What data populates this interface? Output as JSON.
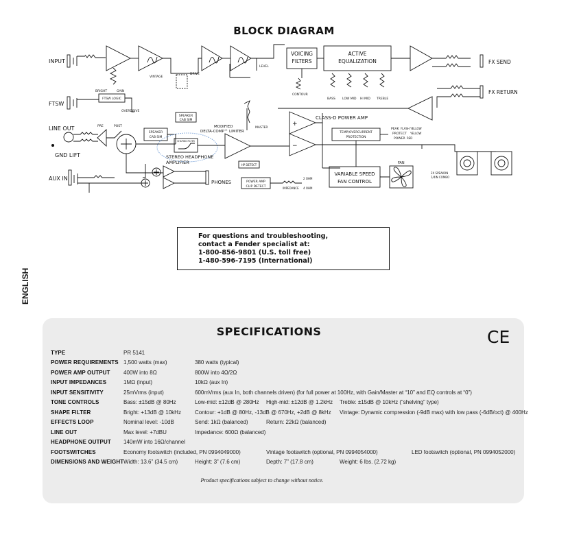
{
  "block_diagram": {
    "title": "BLOCK DIAGRAM",
    "labels": {
      "input": "INPUT",
      "ftsw": "FTSW",
      "line_out": "LINE OUT",
      "gnd_lift": "GND LIFT",
      "aux_in": "AUX IN",
      "phones": "PHONES",
      "fx_send": "FX SEND",
      "fx_return": "FX RETURN",
      "voicing_1": "VOICING",
      "voicing_2": "FILTERS",
      "active_eq_1": "ACTIVE",
      "active_eq_2": "EQUALIZATION",
      "contour": "CONTOUR",
      "bass": "BASS",
      "low_mid": "LOW MID",
      "hi_mid": "HI MID",
      "treble": "TREBLE",
      "bright": "BRIGHT",
      "gain": "GAIN",
      "vintage": "VINTAGE",
      "drive": "DRIVE",
      "level": "LEVEL",
      "ftsw_logic": "FTSW LOGIC",
      "overdrive": "OVERDRIVE",
      "speaker_cab_sim_1": "SPEAKER",
      "speaker_cab_sim_2": "CAB SIM",
      "pre": "PRE",
      "post": "POST",
      "cab_sim_mid_1": "SPEAKER",
      "cab_sim_mid_2": "CAB SIM",
      "delta_comp_1": "MODIFIED",
      "delta_comp_2": "DELTA-COMP™ LIMITER",
      "master": "MASTER",
      "class_d": "CLASS-D POWER AMP",
      "temp_1": "TEMP/OVERCURRENT",
      "temp_2": "PROTECTION",
      "peak": "PEAK",
      "flash_yellow": "FLASH YELLOW",
      "protect": "PROTECT",
      "yellow": "YELLOW",
      "power": "POWER",
      "red": "RED",
      "stereo_hp_1": "STEREO HEADPHONE",
      "stereo_hp_2": "AMPLIFIER",
      "hp_detect": "HP DETECT",
      "power_amp_1": "POWER AMP",
      "power_amp_2": "CLIP DETECT",
      "var_speed_1": "VARIABLE SPEED",
      "var_speed_2": "FAN CONTROL",
      "fan": "FAN",
      "ohm_2": "2 OHM",
      "impedance": "IMPEDANCE",
      "ohm_4": "4 OHM",
      "speakon_1": "2X SPEAKON",
      "speakon_2": "1/4IN COMBO",
      "filter_box": "SHAPING FILTER"
    }
  },
  "contact": {
    "line1": "For questions and troubleshooting,",
    "line2": "contact a Fender specialist at:",
    "line3": "1-800-856-9801 (U.S. toll free)",
    "line4": "1-480-596-7195 (International)"
  },
  "side_label": "ENGLISH",
  "specifications": {
    "title": "SPECIFICATIONS",
    "ce_mark": "CE",
    "rows": [
      {
        "label": "TYPE",
        "cells": [
          {
            "col": 118,
            "text": "PR 5141"
          }
        ]
      },
      {
        "label": "POWER REQUIREMENTS",
        "cells": [
          {
            "col": 118,
            "text": "1,500 watts (max)"
          },
          {
            "col": 222,
            "text": "380 watts (typical)"
          }
        ]
      },
      {
        "label": "POWER AMP OUTPUT",
        "cells": [
          {
            "col": 118,
            "text": "400W into 8Ω"
          },
          {
            "col": 222,
            "text": "800W into 4Ω/2Ω"
          }
        ]
      },
      {
        "label": "INPUT IMPEDANCES",
        "cells": [
          {
            "col": 118,
            "text": "1MΩ (input)"
          },
          {
            "col": 222,
            "text": "10kΩ (aux In)"
          }
        ]
      },
      {
        "label": "INPUT SENSITIVITY",
        "cells": [
          {
            "col": 118,
            "text": "25mVrms (input)"
          },
          {
            "col": 222,
            "text": "600mVrms (aux In, both channels driven) (for full power at 100Hz, with Gain/Master at “10” and EQ controls at “0”)"
          }
        ]
      },
      {
        "label": "TONE CONTROLS",
        "cells": [
          {
            "col": 118,
            "text": "Bass:  ±15dB @ 80Hz"
          },
          {
            "col": 222,
            "text": "Low-mid:  ±12dB @ 280Hz"
          },
          {
            "col": 326,
            "text": "High-mid:  ±12dB @ 1.2kHz"
          },
          {
            "col": 433,
            "text": "Treble:  ±15dB @ 10kHz (“shelving” type)"
          }
        ]
      },
      {
        "label": "SHAPE FILTER",
        "cells": [
          {
            "col": 118,
            "text": "Bright: +13dB @  10kHz"
          },
          {
            "col": 222,
            "text": "Contour: +1dB @ 80Hz, -13dB @ 670Hz, +2dB @ 8kHz"
          },
          {
            "col": 433,
            "text": "Vintage: Dynamic compression (-9dB max) with low pass (-6dB/oct) @ 400Hz"
          }
        ]
      },
      {
        "label": "EFFECTS LOOP",
        "cells": [
          {
            "col": 118,
            "text": "Nominal level: -10dB"
          },
          {
            "col": 222,
            "text": "Send: 1kΩ (balanced)"
          },
          {
            "col": 326,
            "text": "Return: 22kΩ (balanced)"
          }
        ]
      },
      {
        "label": "LINE OUT",
        "cells": [
          {
            "col": 118,
            "text": "Max level: +7dBU"
          },
          {
            "col": 222,
            "text": "Impedance: 600Ω (balanced)"
          }
        ]
      },
      {
        "label": "HEADPHONE OUTPUT",
        "cells": [
          {
            "col": 118,
            "text": "140mW into 16Ω/channel"
          }
        ]
      },
      {
        "label": "FOOTSWITCHES",
        "cells": [
          {
            "col": 118,
            "text": "Economy footswitch (included, PN 0994049000)"
          },
          {
            "col": 326,
            "text": "Vintage footswitch (optional, PN 0994054000)"
          },
          {
            "col": 538,
            "text": "LED footswitch (optional, PN 0994052000)"
          }
        ]
      },
      {
        "label": "DIMENSIONS AND WEIGHT",
        "cells": [
          {
            "col": 118,
            "text": "Width: 13.6” (34.5 cm)"
          },
          {
            "col": 222,
            "text": "Height: 3” (7.6 cm)"
          },
          {
            "col": 326,
            "text": "Depth: 7” (17.8 cm)"
          },
          {
            "col": 433,
            "text": "Weight: 6 lbs. (2.72 kg)"
          }
        ]
      }
    ],
    "note": "Product specifications subject to change without notice."
  }
}
